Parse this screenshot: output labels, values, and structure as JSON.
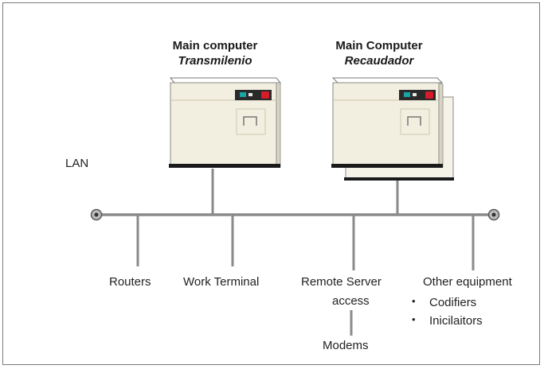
{
  "computers": [
    {
      "title": "Main computer",
      "subtitle": "Transmilenio",
      "icon": "server-computer-icon"
    },
    {
      "title": "Main Computer",
      "subtitle": "Recaudador",
      "icon": "stacked-server-computer-icon"
    }
  ],
  "network": {
    "label": "LAN"
  },
  "nodes": [
    {
      "label": "Routers"
    },
    {
      "label": "Work Terminal"
    },
    {
      "label_line1": "Remote Server",
      "label_line2": "access",
      "sub_label": "Modems"
    },
    {
      "label": "Other equipment",
      "items": [
        "Codifiers",
        "Inicilaitors"
      ]
    }
  ],
  "colors": {
    "frame": "#7a7a7a",
    "lines": "#808080",
    "computer_body": "#f2efe0",
    "accent_red": "#d81b2a",
    "accent_teal": "#1aa5a5"
  }
}
